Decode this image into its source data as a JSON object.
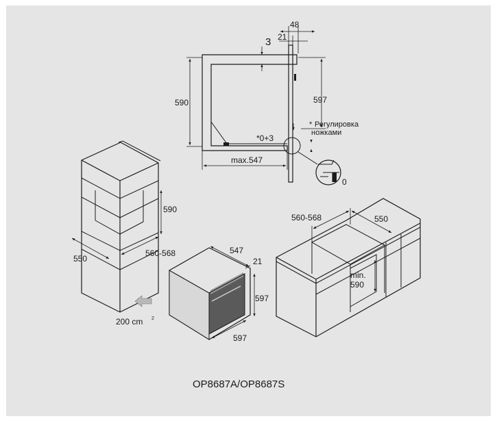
{
  "top_view": {
    "dim_48": "48",
    "dim_21": "21",
    "dim_3": "3",
    "dim_590": "590",
    "dim_597": "597",
    "dim_0_3": "*0+3",
    "dim_max547": "max.547",
    "note_star": "*",
    "note_line1": "Регулировка",
    "note_line2": "ножками",
    "dim_0": "0"
  },
  "tall_unit": {
    "dim_590": "590",
    "dim_550": "550",
    "dim_560_568": "560-568",
    "vent": "200 cm",
    "vent_sup": "2"
  },
  "oven": {
    "dim_547": "547",
    "dim_21": "21",
    "dim_597_h": "597",
    "dim_597_w": "597"
  },
  "base_unit": {
    "dim_560_568": "560-568",
    "dim_550": "550",
    "min_label": "min.",
    "min_value": "590"
  },
  "model": "OP8687A/OP8687S"
}
